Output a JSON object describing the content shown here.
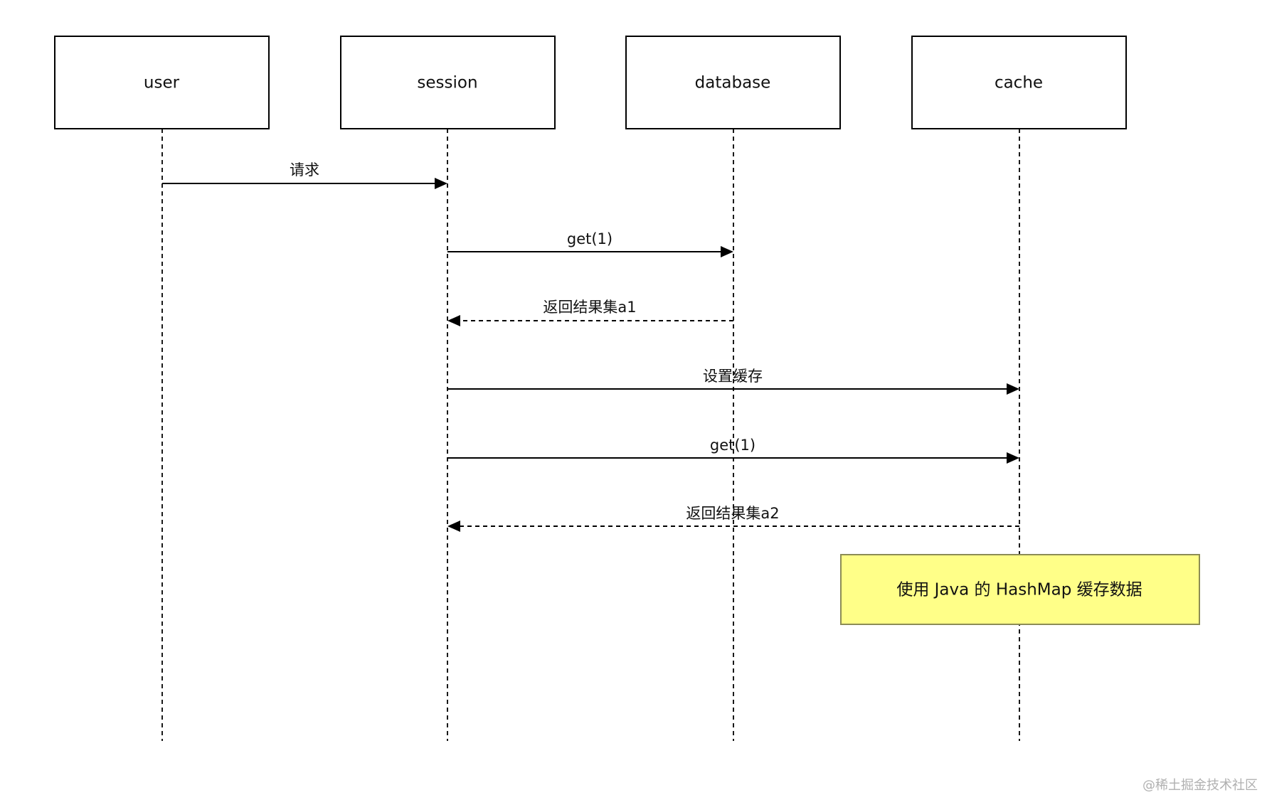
{
  "actors": [
    {
      "id": "user",
      "label": "user"
    },
    {
      "id": "session",
      "label": "session"
    },
    {
      "id": "database",
      "label": "database"
    },
    {
      "id": "cache",
      "label": "cache"
    }
  ],
  "messages": [
    {
      "from": "user",
      "to": "session",
      "label": "请求",
      "style": "solid"
    },
    {
      "from": "session",
      "to": "database",
      "label": "get(1)",
      "style": "solid"
    },
    {
      "from": "database",
      "to": "session",
      "label": "返回结果集a1",
      "style": "dashed"
    },
    {
      "from": "session",
      "to": "cache",
      "label": "设置缓存",
      "style": "solid"
    },
    {
      "from": "session",
      "to": "cache",
      "label": "get(1)",
      "style": "solid"
    },
    {
      "from": "cache",
      "to": "session",
      "label": "返回结果集a2",
      "style": "dashed"
    }
  ],
  "note": {
    "text": "使用 Java 的 HashMap 缓存数据",
    "fill": "#ffff88",
    "border": "#8c8c55"
  },
  "watermark": "@稀土掘金技术社区",
  "colors": {
    "line": "#000000",
    "text": "#111111"
  }
}
